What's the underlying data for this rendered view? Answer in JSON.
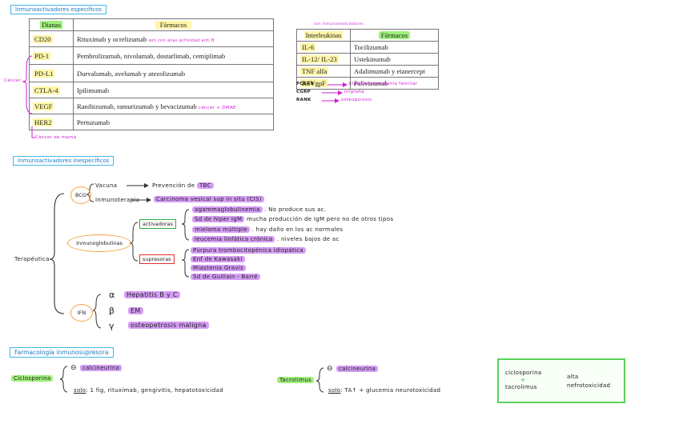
{
  "section1": {
    "title": "Inmunoactivadores específicos",
    "table": {
      "headers": [
        "Dianas",
        "Fármacos"
      ],
      "rows": [
        {
          "target": "CD20",
          "drugs": "Rituximab y ocrelizumab",
          "note": "son con alias actividad anti B"
        },
        {
          "target": "PD-1",
          "drugs": "Pembrolizumab, nivolumab, dostarlimab, cemiplimab",
          "note": ""
        },
        {
          "target": "PD-L1",
          "drugs": "Durvalumab, avelumab y atezolizumab",
          "note": ""
        },
        {
          "target": "CTLA-4",
          "drugs": "Ipilimumab",
          "note": ""
        },
        {
          "target": "VEGF",
          "drugs": "Ranibizumab, ramurizumab y bevacizumab",
          "note": "cáncer + DMAE"
        },
        {
          "target": "HER2",
          "drugs": "Pertuzumab",
          "note": ""
        }
      ]
    },
    "side_note": "Cáncer",
    "bottom_note": "Cáncer de mama"
  },
  "section_il": {
    "top_note": "son Inmunomoduladores",
    "headers": [
      "Interleukinas",
      "Fármacos"
    ],
    "rows": [
      {
        "target": "IL-6",
        "drug": "Tocilizumab"
      },
      {
        "target": "IL-12/ IL-23",
        "drug": "Ustekinumab"
      },
      {
        "target": "TNF alfa",
        "drug": "Adalimumab y etanercept"
      },
      {
        "target": "RSVgpF",
        "drug": "Palivizumab"
      }
    ],
    "arrows": [
      {
        "from": "PCSK9",
        "to": "hipercolesterolemia familiar"
      },
      {
        "from": "CGRP",
        "to": "migraña"
      },
      {
        "from": "RANK",
        "to": "osteoporosis"
      }
    ]
  },
  "section2": {
    "title": "Inmunoactivadores inespecíficos",
    "root": "Terapéutica",
    "bcg": {
      "label": "BCG",
      "items": [
        {
          "left": "Vacuna",
          "right": "Prevención de TBC"
        },
        {
          "left": "Inmunoterapia",
          "right": "Carcinoma vesical sup in situ (CIS)"
        }
      ]
    },
    "immunoglobulins": {
      "label": "Inmunoglobulinas",
      "activadoras": {
        "label": "activadoras",
        "items": [
          {
            "text": "agammaglobulinemia",
            "note": ". No produce sus ac."
          },
          {
            "text": "Sd de hiper IgM",
            "note": "mucha producción de IgM pero no de otros tipos"
          },
          {
            "text": "mieloma múltiple",
            "note": ". hay daño en los ac normales"
          },
          {
            "text": "leucemia linfática crónica",
            "note": ". niveles bajos de ac"
          }
        ]
      },
      "supresoras": {
        "label": "supresoras",
        "items": [
          "Púrpura trombocitopénica idiopática",
          "Enf de Kawasaki",
          "Miastenia Gravis",
          "Sd de Guillain - Barré"
        ]
      }
    },
    "ifn": {
      "label": "IFN",
      "items": [
        {
          "greek": "α",
          "text": "Hepatitis B y C"
        },
        {
          "greek": "β",
          "text": "EM"
        },
        {
          "greek": "γ",
          "text": "osteopetrosis maligna"
        }
      ]
    }
  },
  "section3": {
    "title": "Farmacología inmunosupresora",
    "ciclosporina": {
      "label": "Ciclosporina",
      "minus": "⊖",
      "target": "calcineurina",
      "solo_label": "solo",
      "solo_text": ": 1 fig, rituximab, gengivitis, hepatotoxicidad"
    },
    "tacrolimus": {
      "label": "Tacrolimus",
      "minus": "⊖",
      "target": "calcineurina",
      "solo_label": "solo",
      "solo_text": ": TA↑ + glucemia neurotoxicidad"
    },
    "green_box": {
      "left_top": "ciclosporina",
      "plus": "+",
      "left_bottom": "tacrolimus",
      "right": "alta nefrotoxicidad"
    }
  }
}
